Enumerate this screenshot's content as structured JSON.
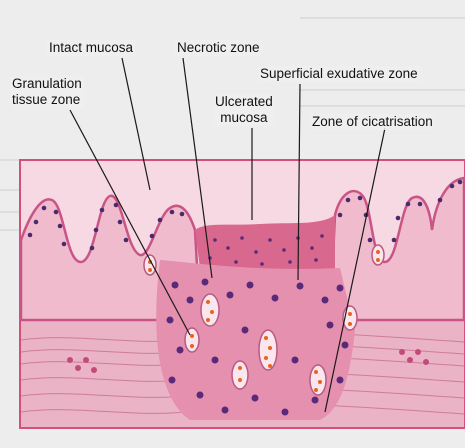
{
  "labels": {
    "intact_mucosa": "Intact mucosa",
    "necrotic_zone": "Necrotic zone",
    "granulation_line1": "Granulation",
    "granulation_line2": "tissue zone",
    "superficial_exudative": "Superficial exudative zone",
    "ulcerated_line1": "Ulcerated",
    "ulcerated_line2": "mucosa",
    "cicatrisation": "Zone of cicatrisation"
  },
  "colors": {
    "page": "#ededed",
    "frame": "#d4507a",
    "tissue_light": "#f2c9d6",
    "tissue_mid": "#e79ab5",
    "tissue_dark": "#d86a92",
    "epithelium": "#c95486",
    "nuclei": "#5a2a7a",
    "rbc": "#e8641e",
    "leader": "#1a1a1a"
  }
}
